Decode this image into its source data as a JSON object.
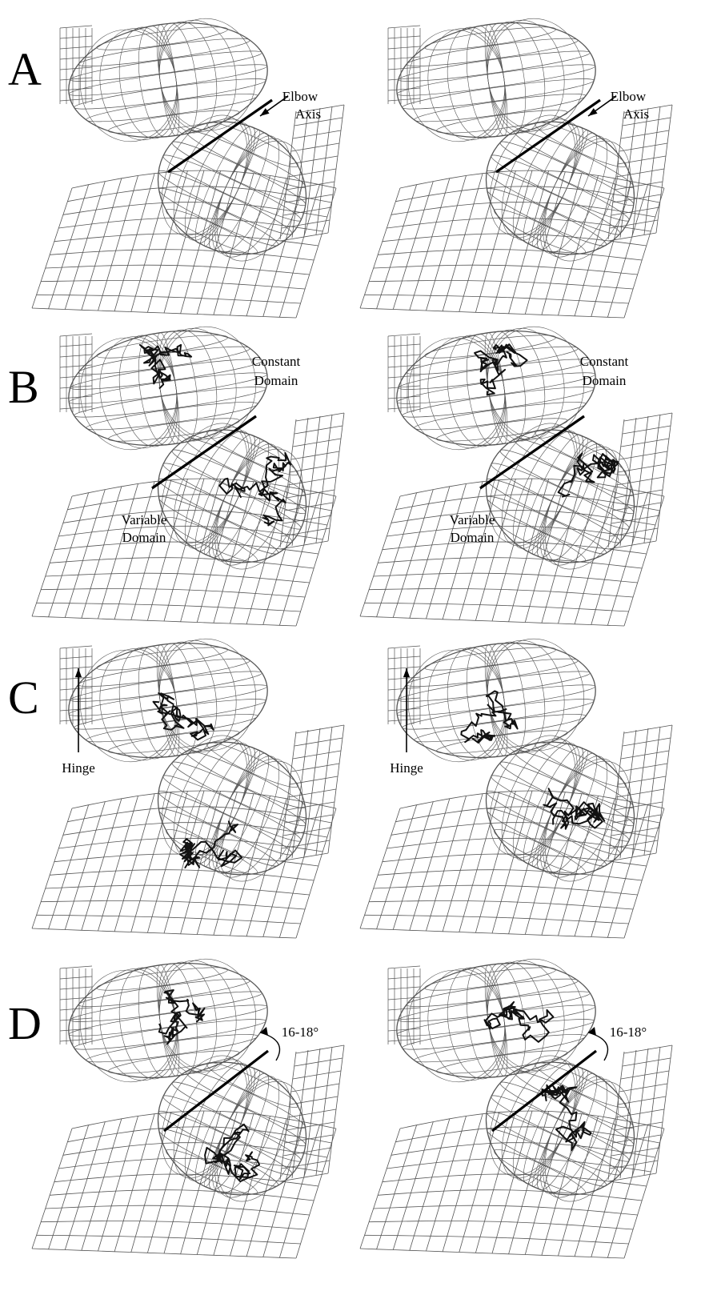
{
  "panels": [
    {
      "letter": "A",
      "labels": [
        "Elbow",
        "Axis"
      ]
    },
    {
      "letter": "B",
      "labels": [
        "Constant",
        "Domain",
        "Variable",
        "Domain"
      ]
    },
    {
      "letter": "C",
      "labels": [
        "Hinge"
      ]
    },
    {
      "letter": "D",
      "labels": [
        "16-18°"
      ]
    }
  ],
  "colors": {
    "mesh": "#555555",
    "trace": "#111111",
    "axis": "#000000"
  }
}
